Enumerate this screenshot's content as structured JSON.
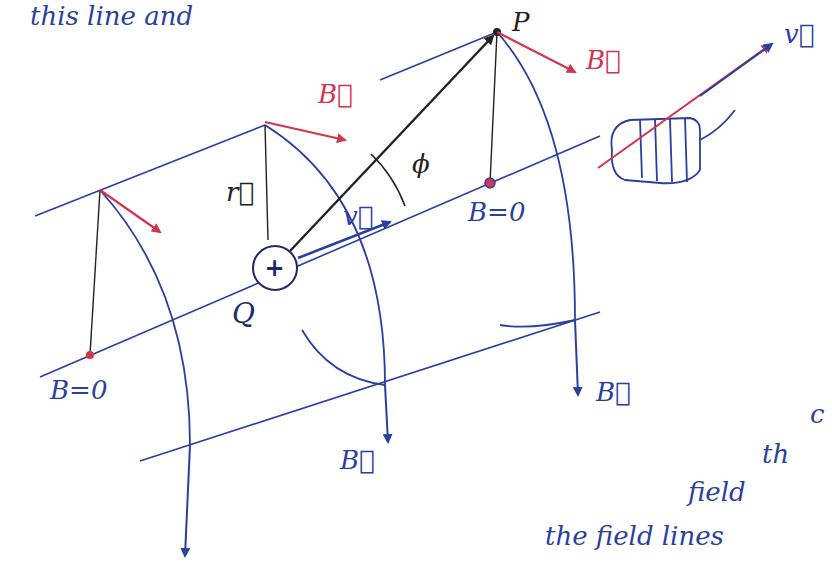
{
  "diagram": {
    "nodes": [
      {
        "text": [
          "+",
          "Q"
        ]
      }
    ],
    "labels": [
      "this line and",
      "P",
      "B⃗",
      "v⃗",
      "B⃗",
      "r⃗",
      "v⃗",
      "ϕ",
      "B=0",
      "B=0",
      "B⃗",
      "B⃗",
      "c",
      "th",
      "field",
      "the field lines"
    ]
  }
}
